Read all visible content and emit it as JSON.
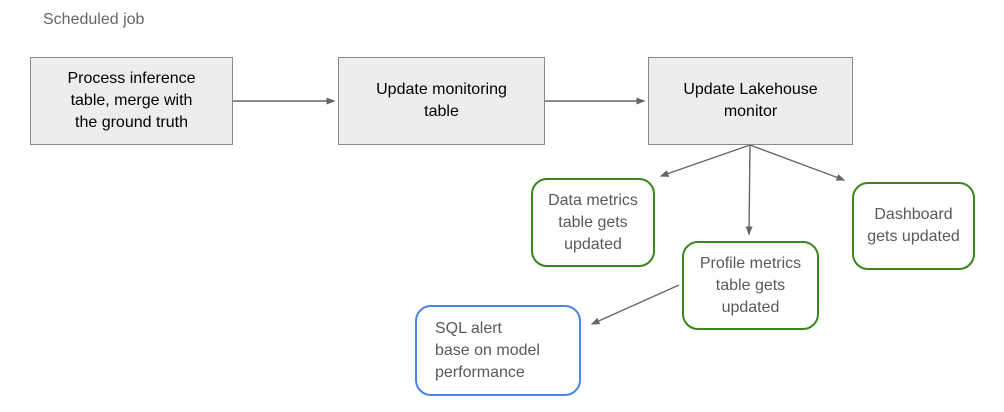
{
  "diagram": {
    "annotation": "Scheduled job",
    "nodes": {
      "process": {
        "label": "Process inference\ntable, merge with\nthe ground truth",
        "type": "step"
      },
      "monitoring": {
        "label": "Update monitoring\ntable",
        "type": "step"
      },
      "lakehouse": {
        "label": "Update Lakehouse\nmonitor",
        "type": "step"
      },
      "data_metrics": {
        "label": "Data metrics\ntable gets\nupdated",
        "type": "outcome"
      },
      "profile_metrics": {
        "label": "Profile metrics\ntable gets\nupdated",
        "type": "outcome"
      },
      "dashboard": {
        "label": "Dashboard\ngets updated",
        "type": "outcome"
      },
      "sql_alert": {
        "label": "SQL alert\nbase on model\nperformance",
        "type": "alert"
      }
    },
    "edges": [
      {
        "from": "process",
        "to": "monitoring"
      },
      {
        "from": "monitoring",
        "to": "lakehouse"
      },
      {
        "from": "lakehouse",
        "to": "data_metrics"
      },
      {
        "from": "lakehouse",
        "to": "profile_metrics"
      },
      {
        "from": "lakehouse",
        "to": "dashboard"
      },
      {
        "from": "profile_metrics",
        "to": "sql_alert"
      }
    ],
    "colors": {
      "step_fill": "#ededed",
      "step_border": "#8a8a8a",
      "outcome_border": "#38861e",
      "alert_border": "#4a86e8",
      "muted_text": "#595959",
      "muted_text2": "#666666",
      "connector": "#666666"
    }
  }
}
